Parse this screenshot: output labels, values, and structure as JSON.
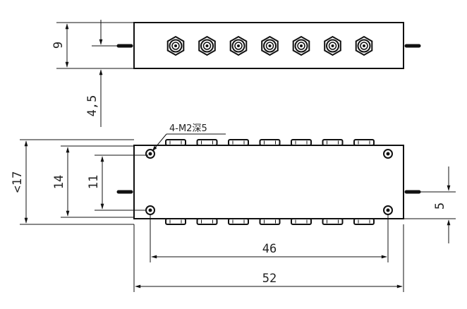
{
  "drawing": {
    "top_view": {
      "connector_count": 7,
      "dim_height": "9",
      "dim_offset": "4,5"
    },
    "front_view": {
      "note": "4-M2深5",
      "dim_overall_height": "<17",
      "dim_hole_pitch_v": "14",
      "dim_inner_height": "11",
      "dim_pin_offset": "5",
      "dim_hole_pitch_h": "46",
      "dim_overall_width": "52",
      "connectors_per_side": 7,
      "mounting_holes": 4
    }
  }
}
